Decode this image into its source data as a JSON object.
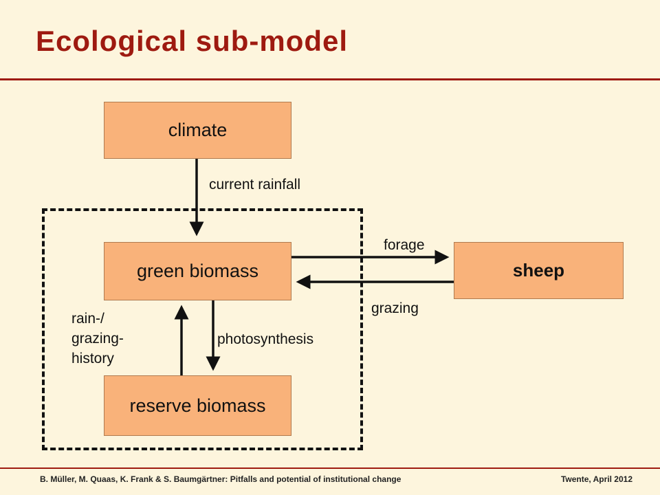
{
  "title": "Ecological sub-model",
  "footer": {
    "left": "B. Müller, M. Quaas, K. Frank & S. Baumgärtner: Pitfalls and potential of institutional change",
    "right": "Twente, April 2012"
  },
  "boxes": {
    "climate": "climate",
    "green_biomass": "green biomass",
    "reserve_biomass": "reserve biomass",
    "sheep": "sheep"
  },
  "labels": {
    "current_rainfall": "current rainfall",
    "forage": "forage",
    "grazing": "grazing",
    "photosynthesis": "photosynthesis",
    "history_line1": "rain-/",
    "history_line2": "grazing-",
    "history_line3": "history"
  },
  "colors": {
    "title": "#9e1a10",
    "box_fill": "#f9b27a",
    "background": "#fdf5dd"
  }
}
